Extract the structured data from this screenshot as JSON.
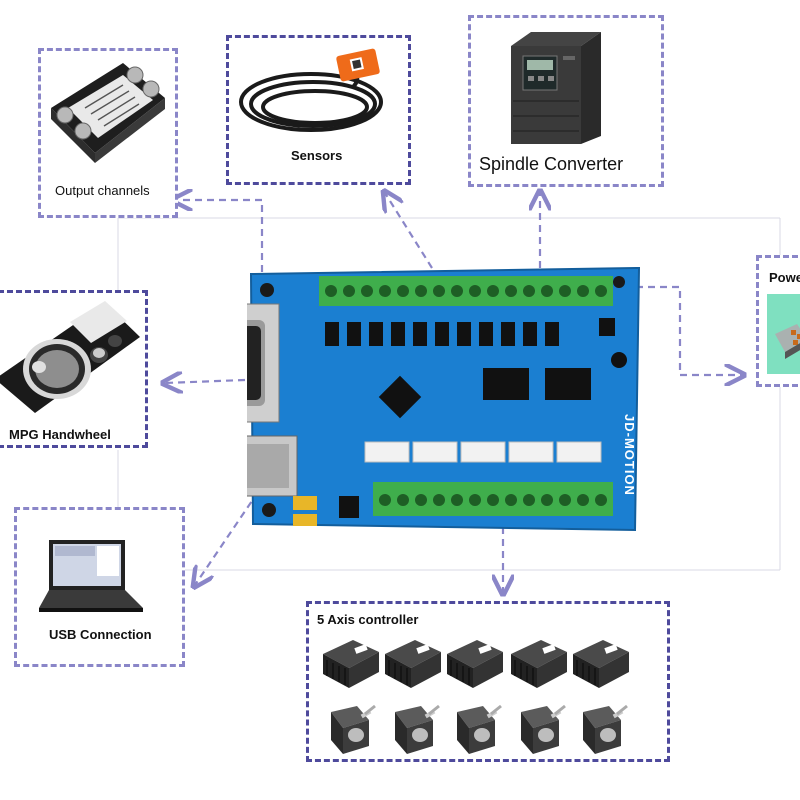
{
  "diagram": {
    "board_label": "JD-MOTION",
    "nodes": {
      "output_channels": {
        "label": "Output channels",
        "icon": "solid-state-relay"
      },
      "sensors": {
        "label": "Sensors",
        "icon": "proximity-sensor"
      },
      "spindle_converter": {
        "label": "Spindle Converter",
        "icon": "frequency-inverter"
      },
      "power": {
        "label": "Powe",
        "icon": "power-supply"
      },
      "mpg_handwheel": {
        "label": "MPG Handwheel",
        "icon": "mpg-handwheel"
      },
      "usb_connection": {
        "label": "USB Connection",
        "icon": "laptop"
      },
      "axis_controller": {
        "label": "5 Axis controller",
        "icon": "stepper-drivers-and-motors",
        "count": 5
      }
    }
  },
  "colors": {
    "box_border": "#8a86c8",
    "box_border_dark": "#4e4a9c",
    "arrow": "#8a86c8",
    "board": "#1b7fd1",
    "terminal": "#3fae4c"
  }
}
